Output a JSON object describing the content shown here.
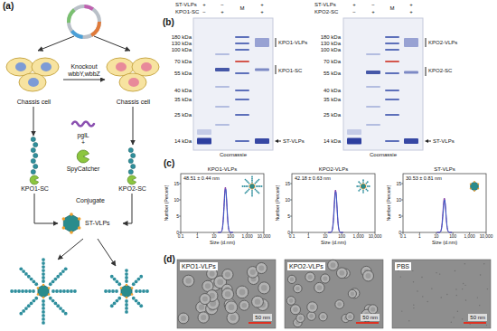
{
  "diagram": {
    "nodes": [
      {
        "text": [
          "Chassis cell"
        ]
      },
      {
        "text": [
          "Chassis cell"
        ]
      },
      {
        "text": [
          "KPO1-SC"
        ]
      },
      {
        "text": [
          "KPO2-SC"
        ]
      },
      {
        "text": [
          "ST-VLPs"
        ]
      }
    ],
    "edges": [
      {
        "from": 0,
        "to": 1,
        "label": "Knockout wbbY,wbbZ",
        "arrow": "to"
      },
      {
        "from": 0,
        "to": 2,
        "arrow": "to"
      },
      {
        "from": 1,
        "to": 3,
        "arrow": "to"
      },
      {
        "from": 2,
        "to": 4,
        "arrow": "to"
      },
      {
        "from": 3,
        "to": 4,
        "arrow": "to"
      }
    ],
    "labels": [
      "(a)",
      "pglL",
      "+",
      "SpyCatcher",
      "Conjugate",
      "(b)",
      "ST-VLPs",
      "KPO1-SC",
      "+",
      "−",
      "M",
      "+",
      "−",
      "+",
      "+",
      "180 kDa",
      "130 kDa",
      "100 kDa",
      "70 kDa",
      "55 kDa",
      "40 kDa",
      "35 kDa",
      "25 kDa",
      "14 kDa",
      "KPO1-VLPs",
      "KPO1-SC",
      "ST-VLPs",
      "Coomassie",
      "ST-VLPs",
      "KPO2-SC",
      "+",
      "−",
      "M",
      "+",
      "−",
      "+",
      "+",
      "180 kDa",
      "130 kDa",
      "100 kDa",
      "70 kDa",
      "55 kDa",
      "40 kDa",
      "35 kDa",
      "25 kDa",
      "14 kDa",
      "KPO2-VLPs",
      "KPO2-SC",
      "ST-VLPs",
      "Coomassie",
      "(c)",
      "KPO1-VLPs",
      "48.51 ± 0.44 nm",
      "Number (Percent)",
      "Size (d.nm)",
      "0",
      "5",
      "10",
      "15",
      "0.1",
      "1",
      "10",
      "100",
      "1,000",
      "10,000",
      "KPO2-VLPs",
      "42.18 ± 0.63 nm",
      "Number (Percent)",
      "Size (d.nm)",
      "0",
      "5",
      "10",
      "15",
      "0.1",
      "1",
      "10",
      "100",
      "1,000",
      "10,000",
      "ST-VLPs",
      "30.53 ± 0.81 nm",
      "Number (Percent)",
      "Size (d.nm)",
      "0",
      "5",
      "10",
      "15",
      "0.1",
      "1",
      "10",
      "100",
      "1,000",
      "10,000",
      "(d)",
      "KPO1-VLPs",
      "50 nm",
      "KPO2-VLPs",
      "50 nm",
      "PBS",
      "50 nm"
    ]
  }
}
